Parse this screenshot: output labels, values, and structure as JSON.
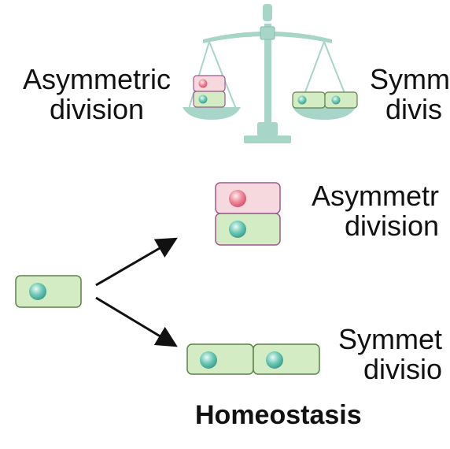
{
  "labels": {
    "top_left_line1": "Asymmetric",
    "top_left_line2": "division",
    "top_right_line1": "Symm",
    "top_right_line2": "divis",
    "mid_right_line1": "Asymmetr",
    "mid_right_line2": "division",
    "bottom_right_line1": "Symmet",
    "bottom_right_line2": "divisio",
    "title": "Homeostasis"
  },
  "colors": {
    "cell_fill": "#d4ecc4",
    "cell_stroke": "#5f7f4c",
    "nucleus_teal": "#6fc9b6",
    "pink_fill": "#f6d9df",
    "pink_stroke": "#9b5a8b",
    "nucleus_pink": "#ee8a9c",
    "scale": "#a7d5c8"
  },
  "icons": [
    "balance-scale-icon",
    "arrow-icon"
  ]
}
